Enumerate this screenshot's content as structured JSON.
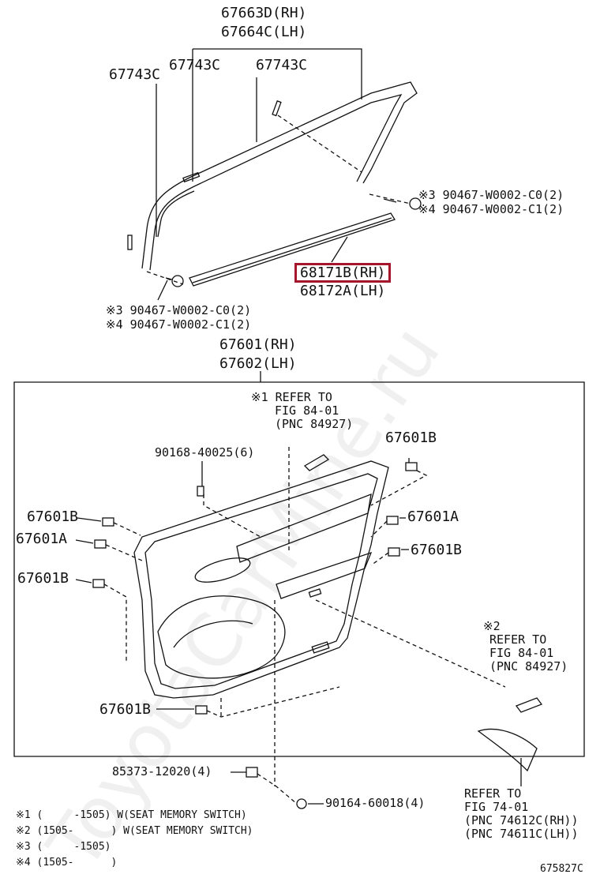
{
  "watermark": "ToyotaCarMine.ru",
  "labels": {
    "weatherstrip_rh": "67663D(RH)",
    "weatherstrip_lh": "67664C(LH)",
    "clip_a": "67743C",
    "clip_b": "67743C",
    "clip_c": "67743C",
    "screw_top_rh_1": "※3 90467-W0002-C0(2)",
    "screw_top_rh_2": "※4 90467-W0002-C1(2)",
    "belt_rh": "68171B(RH)",
    "belt_lh": "68172A(LH)",
    "screw_left_1": "※3 90467-W0002-C0(2)",
    "screw_left_2": "※4 90467-W0002-C1(2)",
    "panel_rh": "67601(RH)",
    "panel_lh": "67602(LH)",
    "ref1_line1": "※1 REFER TO",
    "ref1_line2": "FIG 84-01",
    "ref1_line3": "(PNC 84927)",
    "screw_90168": "90168-40025(6)",
    "clip_67601B_tr": "67601B",
    "clip_67601B_l1": "67601B",
    "clip_67601A_l": "67601A",
    "clip_67601A_r": "67601A",
    "clip_67601B_r": "67601B",
    "clip_67601B_l2": "67601B",
    "clip_67601B_bottom": "67601B",
    "ref2_line1": "※2",
    "ref2_line2": "REFER TO",
    "ref2_line3": "FIG 84-01",
    "ref2_line4": "(PNC 84927)",
    "nut_85373": "85373-12020(4)",
    "screw_90164": "90164-60018(4)",
    "ref3_line1": "REFER TO",
    "ref3_line2": "FIG 74-01",
    "ref3_line3": "(PNC 74612C(RH))",
    "ref3_line4": "(PNC 74611C(LH))",
    "note1": "※1 (     -1505) W(SEAT MEMORY SWITCH)",
    "note2": "※2 (1505-      ) W(SEAT MEMORY SWITCH)",
    "note3": "※3 (     -1505)",
    "note4": "※4 (1505-      )",
    "figure_code": "675827C"
  },
  "colors": {
    "line": "#111111",
    "highlight": "#a3162b"
  }
}
